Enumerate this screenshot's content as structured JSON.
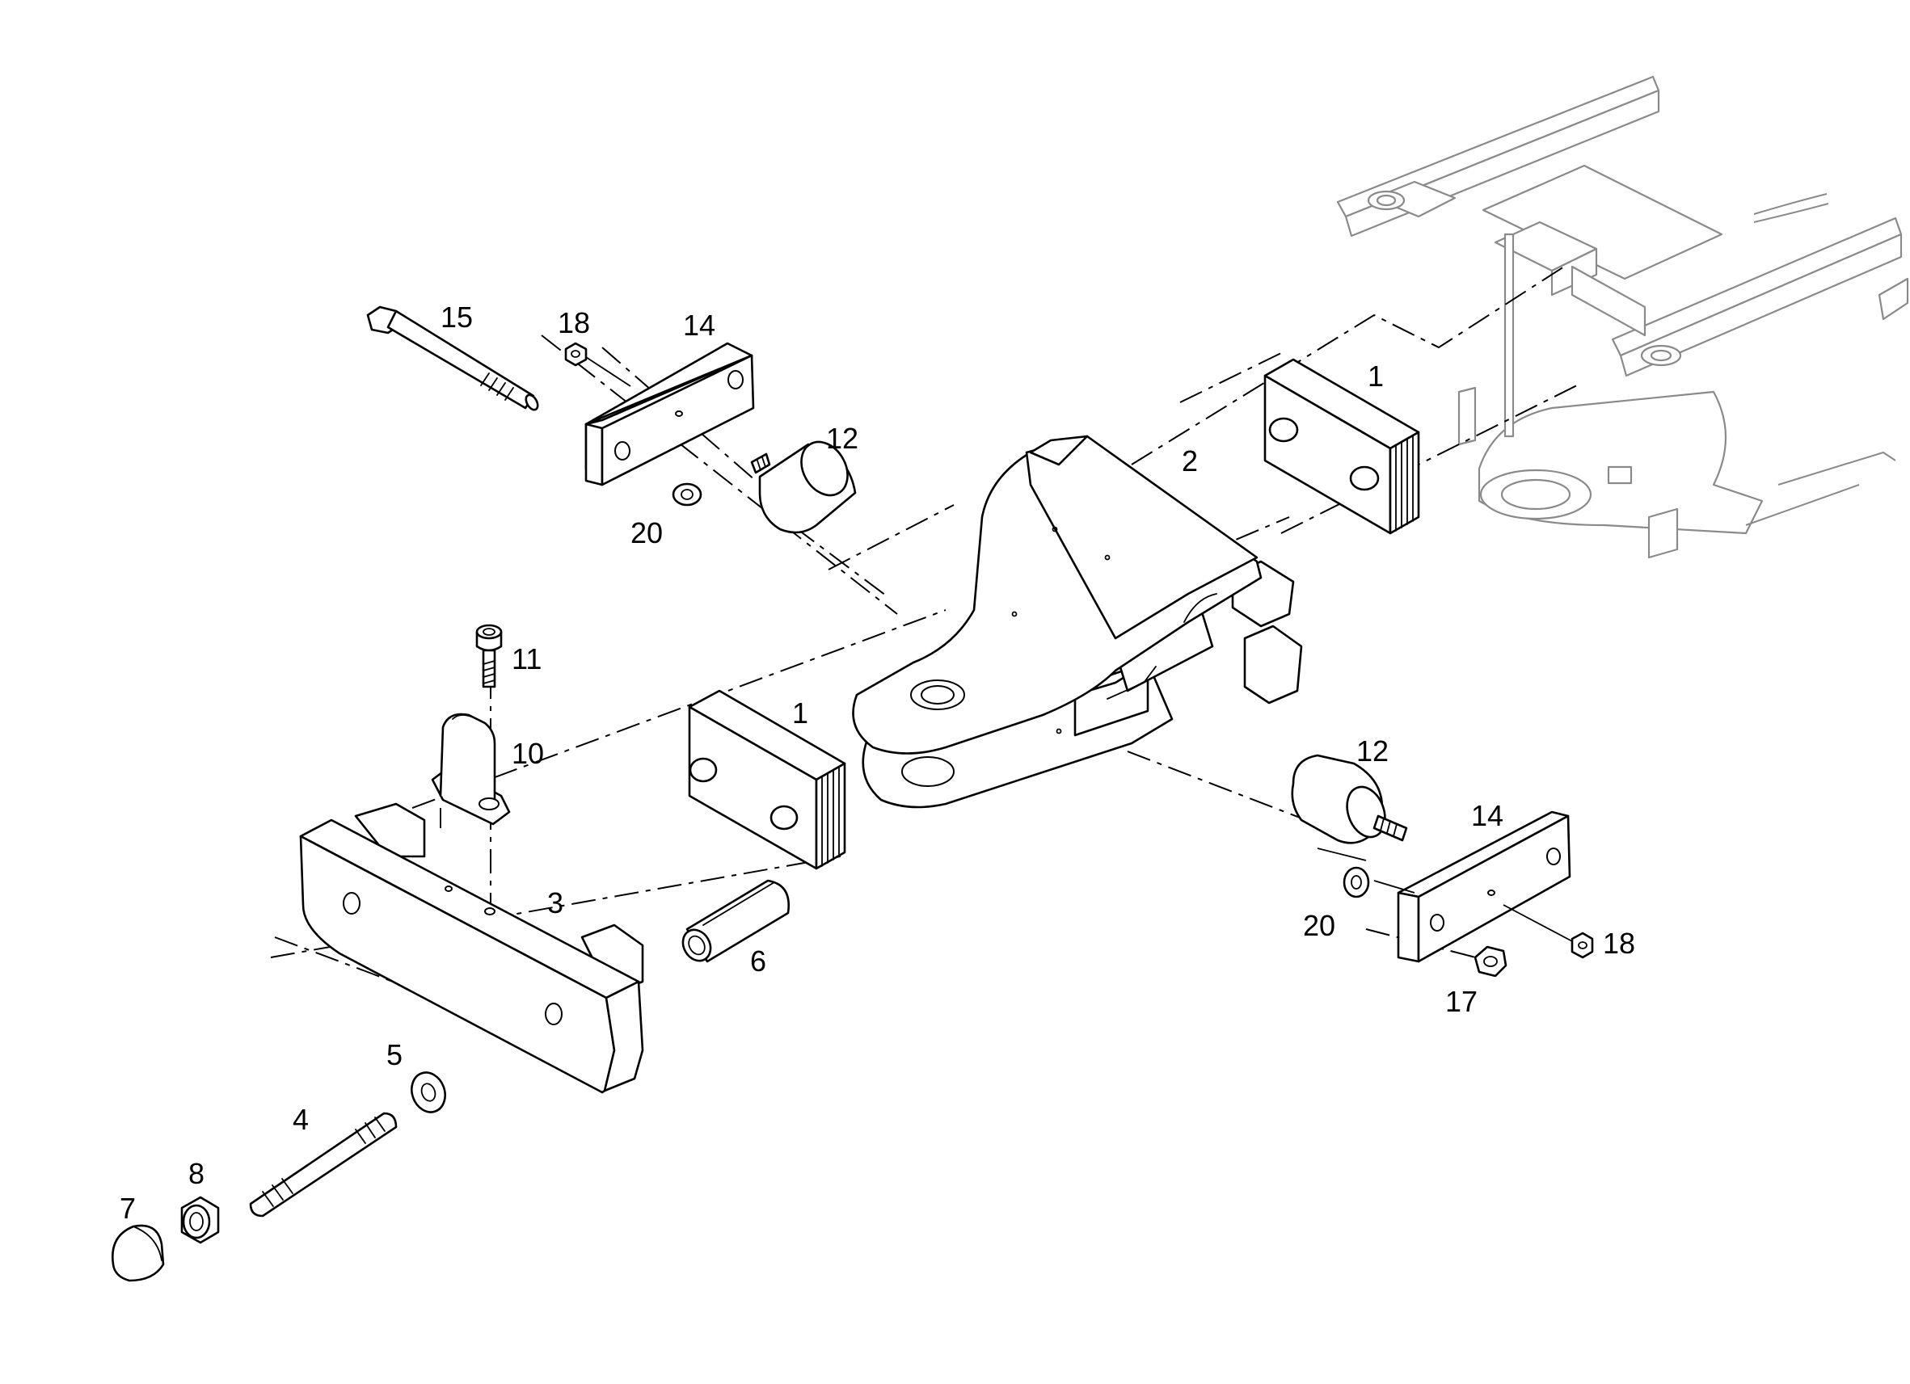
{
  "callouts": [
    {
      "id": "c15",
      "text": "15"
    },
    {
      "id": "c18a",
      "text": "18"
    },
    {
      "id": "c14a",
      "text": "14"
    },
    {
      "id": "c12a",
      "text": "12"
    },
    {
      "id": "c20a",
      "text": "20"
    },
    {
      "id": "c1a",
      "text": "1"
    },
    {
      "id": "c2",
      "text": "2"
    },
    {
      "id": "c11",
      "text": "11"
    },
    {
      "id": "c10",
      "text": "10"
    },
    {
      "id": "c1b",
      "text": "1"
    },
    {
      "id": "c3",
      "text": "3"
    },
    {
      "id": "c6",
      "text": "6"
    },
    {
      "id": "c5",
      "text": "5"
    },
    {
      "id": "c4",
      "text": "4"
    },
    {
      "id": "c8",
      "text": "8"
    },
    {
      "id": "c7",
      "text": "7"
    },
    {
      "id": "c12b",
      "text": "12"
    },
    {
      "id": "c14b",
      "text": "14"
    },
    {
      "id": "c20b",
      "text": "20"
    },
    {
      "id": "c18b",
      "text": "18"
    },
    {
      "id": "c17",
      "text": "17"
    }
  ]
}
